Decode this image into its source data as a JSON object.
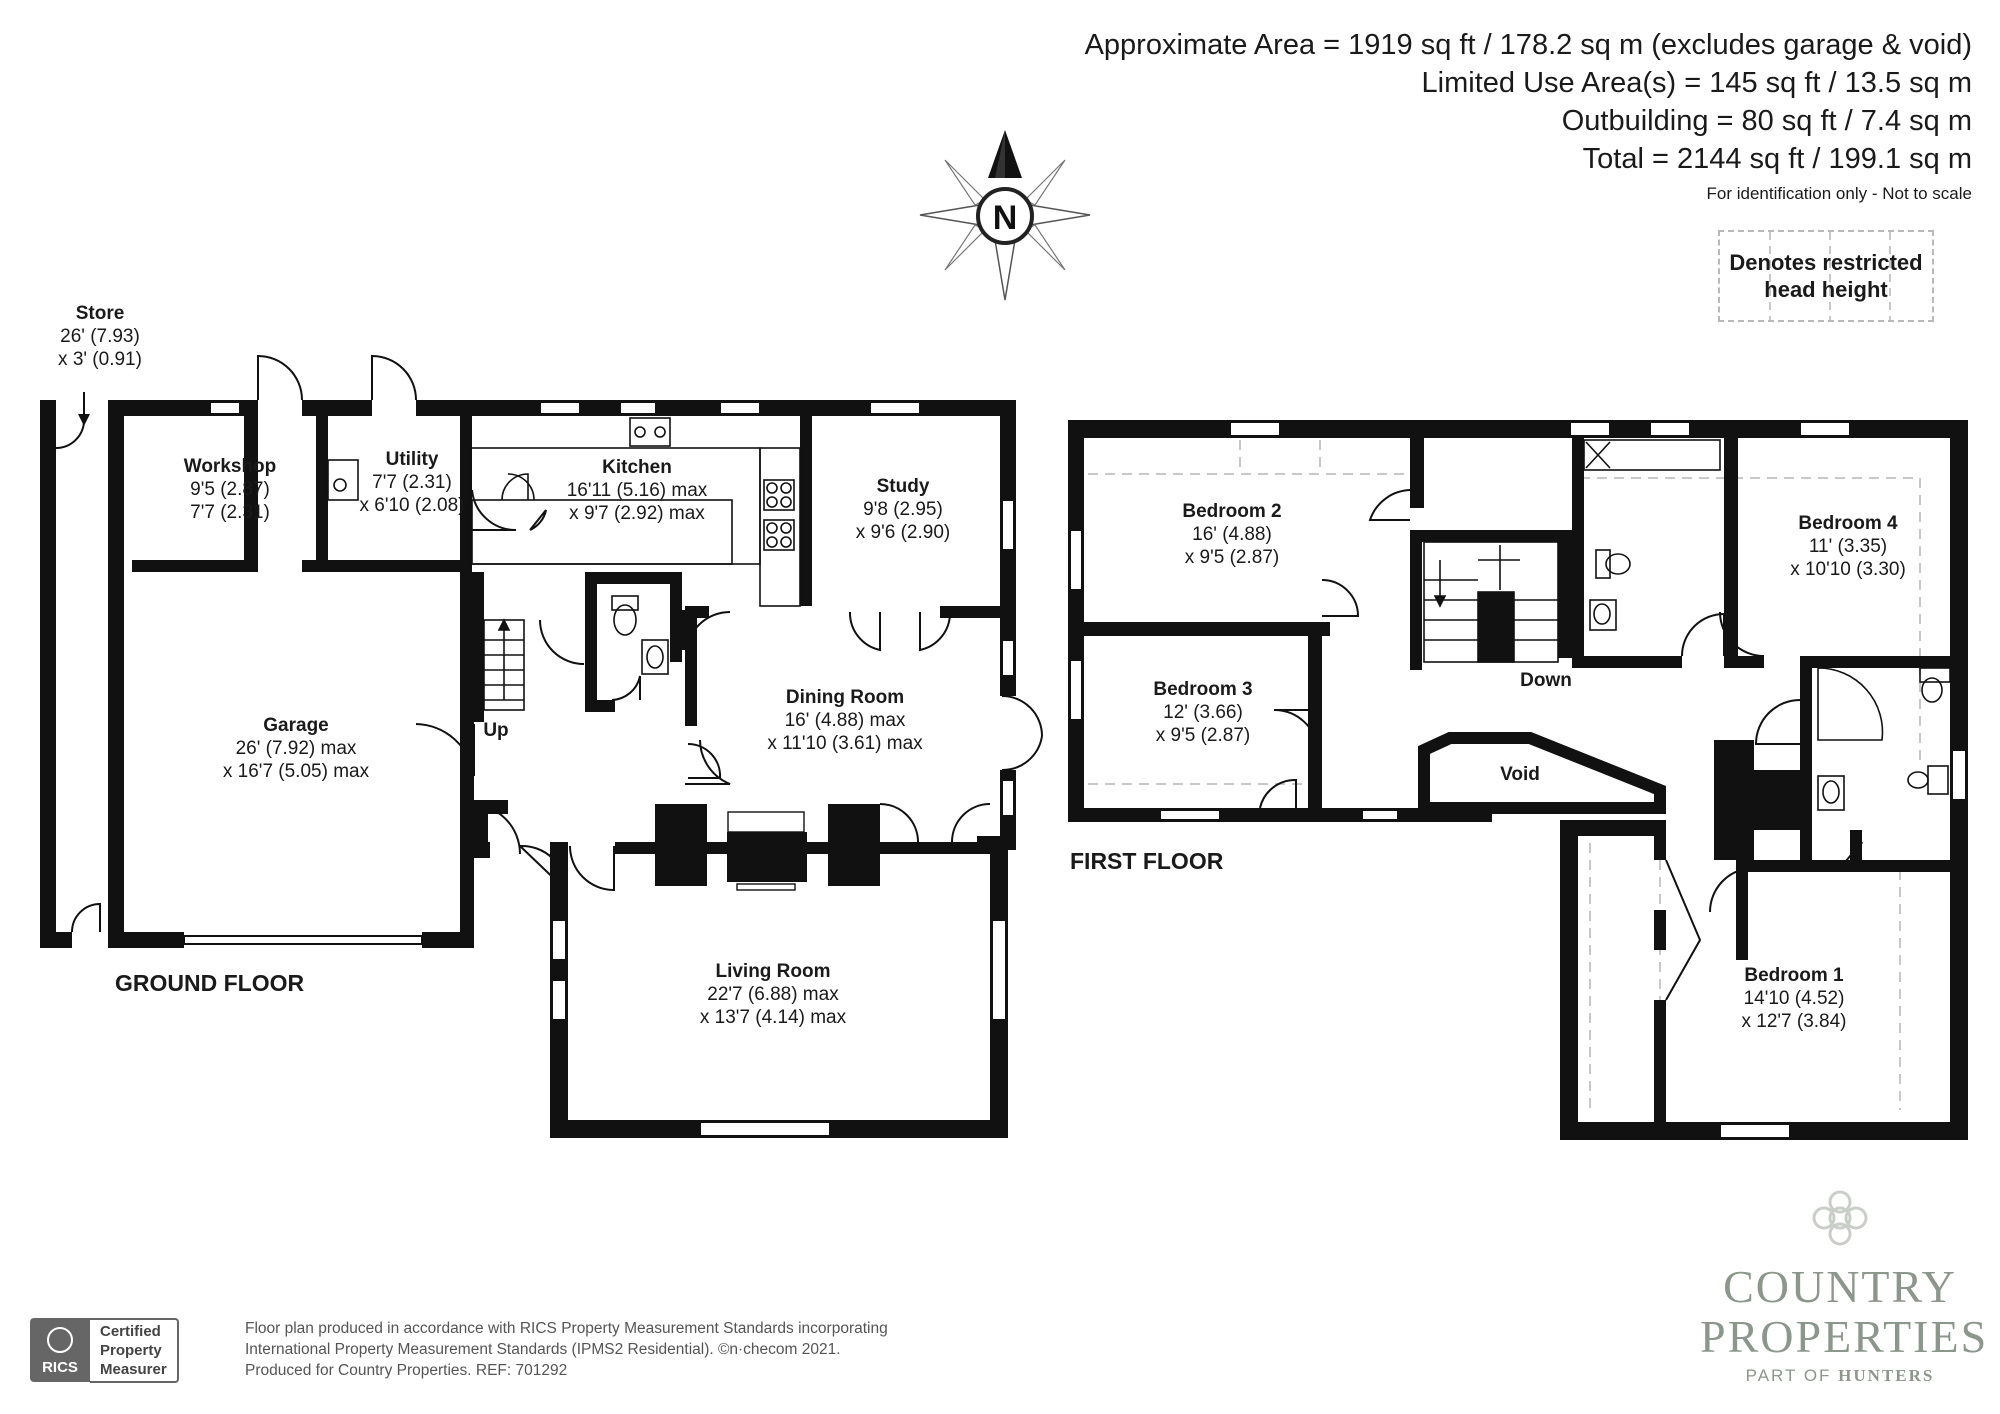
{
  "area_info": {
    "lines": [
      "Approximate Area = 1919 sq ft / 178.2 sq m (excludes garage & void)",
      "Limited Use Area(s) = 145 sq ft / 13.5 sq m",
      "Outbuilding = 80 sq ft / 7.4 sq m",
      "Total = 2144 sq ft / 199.1 sq m"
    ],
    "disclaimer": "For identification only - Not to scale"
  },
  "compass": {
    "label": "N"
  },
  "legend": {
    "line1": "Denotes restricted",
    "line2": "head height"
  },
  "floors": {
    "ground": "GROUND FLOOR",
    "first": "FIRST FLOOR"
  },
  "rooms": {
    "store": {
      "name": "Store",
      "dim1": "26' (7.93)",
      "dim2": "x 3' (0.91)"
    },
    "workshop": {
      "name": "Workshop",
      "dim1": "9'5 (2.87)",
      "dim2": "7'7 (2.31)"
    },
    "utility": {
      "name": "Utility",
      "dim1": "7'7 (2.31)",
      "dim2": "x 6'10 (2.08)"
    },
    "kitchen": {
      "name": "Kitchen",
      "dim1": "16'11 (5.16) max",
      "dim2": "x 9'7 (2.92) max"
    },
    "study": {
      "name": "Study",
      "dim1": "9'8 (2.95)",
      "dim2": "x 9'6 (2.90)"
    },
    "garage": {
      "name": "Garage",
      "dim1": "26' (7.92) max",
      "dim2": "x 16'7 (5.05) max"
    },
    "dining": {
      "name": "Dining Room",
      "dim1": "16' (4.88) max",
      "dim2": "x 11'10 (3.61) max"
    },
    "living": {
      "name": "Living Room",
      "dim1": "22'7 (6.88) max",
      "dim2": "x 13'7 (4.14) max"
    },
    "bedroom2": {
      "name": "Bedroom 2",
      "dim1": "16' (4.88)",
      "dim2": "x 9'5 (2.87)"
    },
    "bedroom3": {
      "name": "Bedroom 3",
      "dim1": "12' (3.66)",
      "dim2": "x 9'5 (2.87)"
    },
    "bedroom4": {
      "name": "Bedroom 4",
      "dim1": "11' (3.35)",
      "dim2": "x 10'10 (3.30)"
    },
    "bedroom1": {
      "name": "Bedroom 1",
      "dim1": "14'10 (4.52)",
      "dim2": "x 12'7 (3.84)"
    }
  },
  "labels": {
    "up": "Up",
    "down": "Down",
    "void": "Void"
  },
  "footer": {
    "line1": "Floor plan produced in accordance with RICS Property Measurement Standards incorporating",
    "line2": "International Property Measurement Standards (IPMS2 Residential).   ©n·checom 2021.",
    "line3": "Produced for Country Properties.   REF: 701292"
  },
  "rics": {
    "badge": "RICS",
    "line1": "Certified",
    "line2": "Property",
    "line3": "Measurer"
  },
  "logo": {
    "line1": "COUNTRY",
    "line2": "PROPERTIES",
    "part_of": "PART OF",
    "brand": "HUNTERS"
  },
  "colors": {
    "wall": "#111111",
    "dashed": "#c8c8c8",
    "logo": "#8c978b"
  }
}
